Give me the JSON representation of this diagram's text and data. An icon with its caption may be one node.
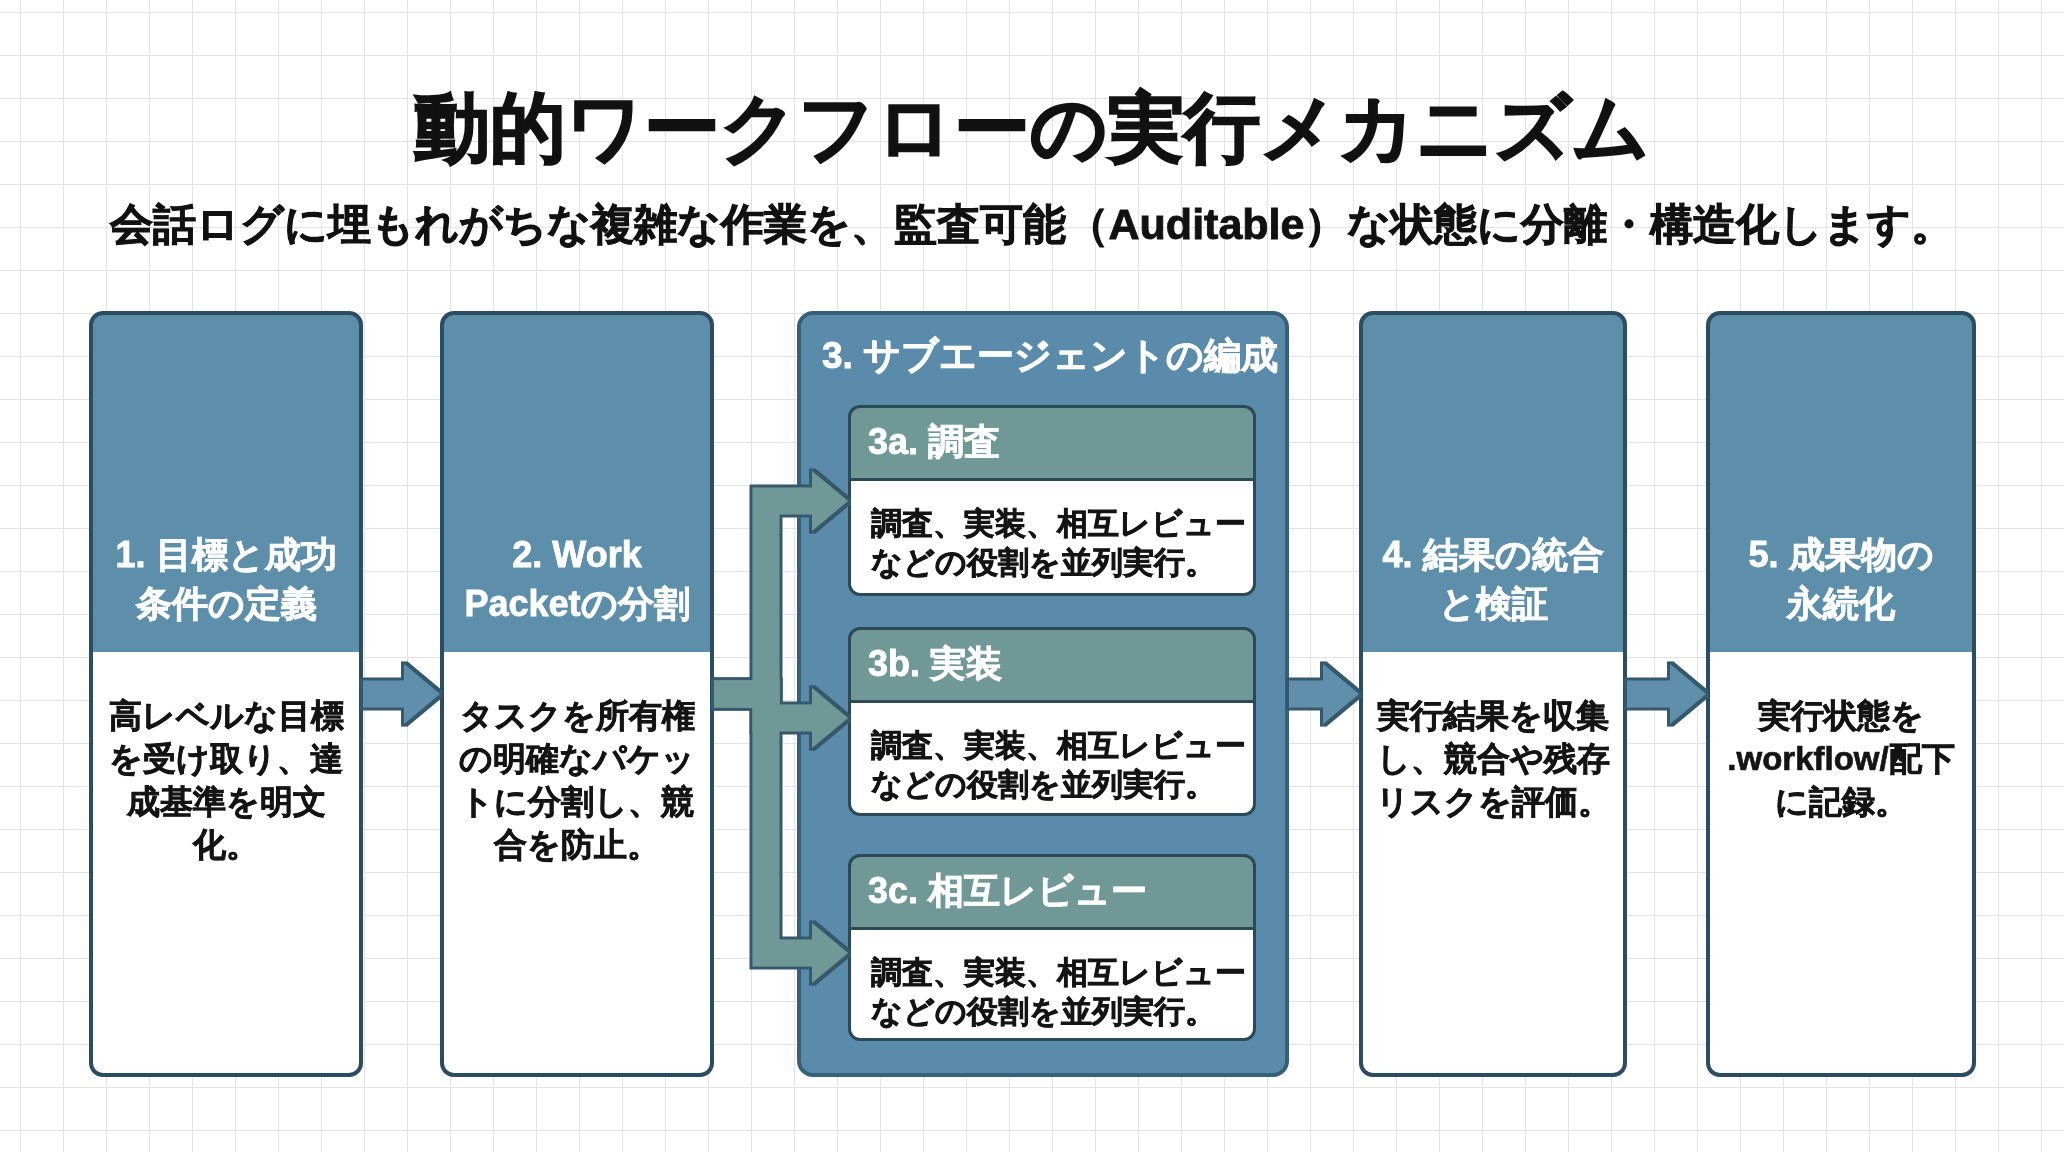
{
  "diagram": {
    "title": "動的ワークフローの実行メカニズム",
    "nodes": [
      {
        "text": [
          "1. 目標と成功条件の定義",
          "高レベルな目標を受け取り、達成基準を明文化。"
        ]
      },
      {
        "text": [
          "2. Work Packetの分割",
          "タスクを所有権の明確なパケットに分割し、競合を防止。"
        ]
      },
      {
        "text": [
          "3. サブエージェントの編成"
        ]
      },
      {
        "text": [
          "3a. 調査",
          "調査、実装、相互レビューなどの役割を並列実行。"
        ],
        "in": 2
      },
      {
        "text": [
          "3b. 実装",
          "調査、実装、相互レビューなどの役割を並列実行。"
        ],
        "in": 2
      },
      {
        "text": [
          "3c. 相互レビュー",
          "調査、実装、相互レビューなどの役割を並列実行。"
        ],
        "in": 2
      },
      {
        "text": [
          "4. 結果の統合と検証",
          "実行結果を収集し、競合や残存リスクを評価。"
        ]
      },
      {
        "text": [
          "5. 成果物の永続化",
          "実行状態を.workflow/配下に記録。"
        ]
      }
    ],
    "edges": [
      {
        "from": 0,
        "to": 1,
        "arrow": "to"
      },
      {
        "from": 1,
        "to": 3,
        "arrow": "to",
        "color": "#6f9896"
      },
      {
        "from": 1,
        "to": 4,
        "arrow": "to",
        "color": "#6f9896"
      },
      {
        "from": 1,
        "to": 5,
        "arrow": "to",
        "color": "#6f9896"
      },
      {
        "from": 2,
        "to": 6,
        "arrow": "to"
      },
      {
        "from": 6,
        "to": 7,
        "arrow": "to"
      }
    ],
    "labels": [
      "会話ログに埋もれがちな複雑な作業を、監査可能（Auditable）な状態に分離・構造化します。"
    ]
  }
}
